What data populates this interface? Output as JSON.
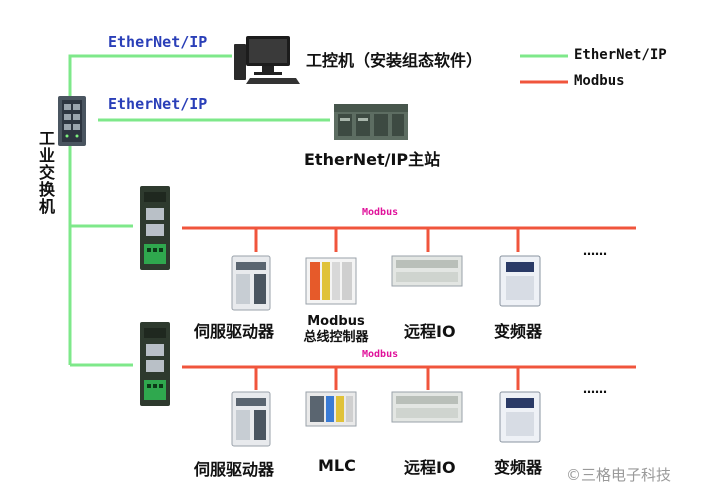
{
  "links": {
    "ethernet_ip_1": "EtherNet/IP",
    "ethernet_ip_2": "EtherNet/IP"
  },
  "pc_label": "工控机（安装组态软件）",
  "master_label": "EtherNet/IP主站",
  "switch_label": "工业交换机",
  "legend": {
    "ethernet_ip": "EtherNet/IP",
    "modbus": "Modbus",
    "ethernet_color": "#7ee88a",
    "modbus_color": "#f0553c"
  },
  "bus1": {
    "label": "Modbus",
    "devices": [
      "伺服驱动器",
      "Modbus\n总线控制器",
      "远程IO",
      "变频器"
    ],
    "device_line1": "Modbus",
    "device_line2": "总线控制器",
    "ellipsis": "……"
  },
  "bus2": {
    "label": "Modbus",
    "servo": "伺服驱动器",
    "mlc": "MLC",
    "remote_io": "远程IO",
    "vfd": "变频器",
    "ellipsis": "……"
  },
  "bus1_servo": "伺服驱动器",
  "bus1_remote_io": "远程IO",
  "bus1_vfd": "变频器",
  "watermark": "©三格电子科技",
  "icons": [
    "pc-icon",
    "plc-icon",
    "switch-icon",
    "gateway-icon",
    "servo-drive-icon",
    "bus-controller-icon",
    "remote-io-icon",
    "inverter-icon",
    "mlc-icon"
  ]
}
